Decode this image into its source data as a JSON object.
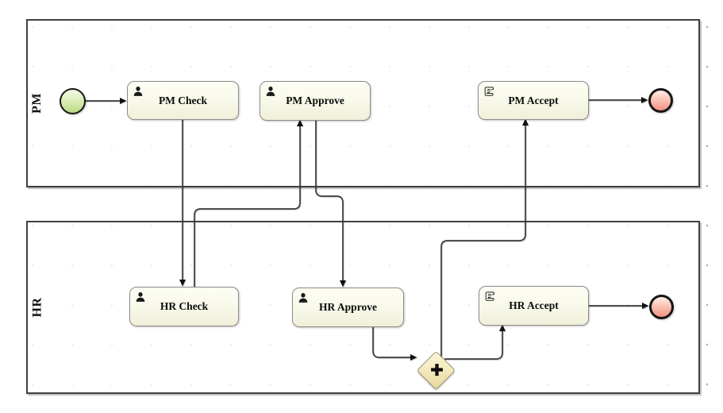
{
  "diagram": {
    "type": "bpmn-process",
    "lanes": [
      {
        "label": "PM"
      },
      {
        "label": "HR"
      }
    ],
    "nodes": {
      "start_event": {
        "lane": "PM",
        "kind": "start-event"
      },
      "tasks": [
        {
          "label": "PM Check",
          "icon": "user-icon",
          "lane": "PM"
        },
        {
          "label": "PM Approve",
          "icon": "user-icon",
          "lane": "PM"
        },
        {
          "label": "PM Accept",
          "icon": "script-icon",
          "lane": "PM"
        },
        {
          "label": "HR Check",
          "icon": "user-icon",
          "lane": "HR"
        },
        {
          "label": "HR Approve",
          "icon": "user-icon",
          "lane": "HR"
        },
        {
          "label": "HR Accept",
          "icon": "script-icon",
          "lane": "HR"
        }
      ],
      "gateway": {
        "kind": "parallel-gateway",
        "symbol": "+",
        "lane": "HR"
      },
      "end_events": [
        {
          "lane": "PM",
          "kind": "end-event"
        },
        {
          "lane": "HR",
          "kind": "end-event"
        }
      ]
    },
    "flows": [
      {
        "from": "start-event",
        "to": "PM Check"
      },
      {
        "from": "PM Check",
        "to": "HR Check"
      },
      {
        "from": "HR Check",
        "to": "PM Approve"
      },
      {
        "from": "PM Approve",
        "to": "HR Approve"
      },
      {
        "from": "HR Approve",
        "to": "parallel-gateway"
      },
      {
        "from": "parallel-gateway",
        "to": "PM Accept"
      },
      {
        "from": "parallel-gateway",
        "to": "HR Accept"
      },
      {
        "from": "PM Accept",
        "to": "end-event-pm"
      },
      {
        "from": "HR Accept",
        "to": "end-event-hr"
      }
    ],
    "colors": {
      "task_fill_top": "#fdfdf4",
      "task_fill_bottom": "#efefd9",
      "task_border": "#8b8b8b",
      "start_event_fill": "#b7da7f",
      "end_event_fill": "#f29183",
      "gateway_fill": "#f2e8b8",
      "gateway_border": "#9a9071",
      "pool_border": "#3f3f3f",
      "flow_stroke": "#3a3a3a",
      "dot_grid": "#ababab"
    }
  }
}
